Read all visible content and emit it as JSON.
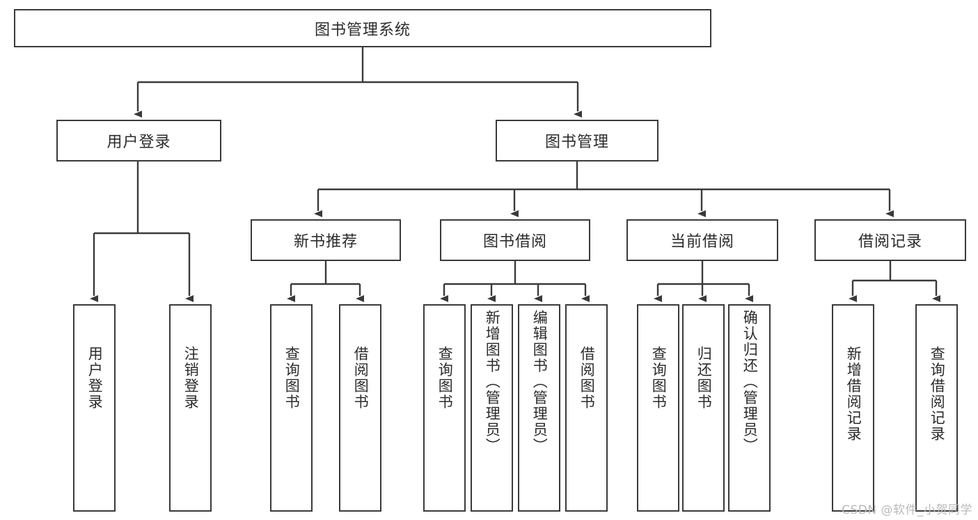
{
  "diagram": {
    "title": "图书管理系统",
    "watermark": "CSDN @软件_小贺同学",
    "colors": {
      "box_border": "#3a3a3a",
      "line": "#3a3a3a",
      "background": "#ffffff",
      "text": "#2b2b2b",
      "watermark": "#b9b9b9"
    },
    "root": {
      "label": "图书管理系统"
    },
    "level2": [
      {
        "label": "用户登录"
      },
      {
        "label": "图书管理"
      }
    ],
    "level3": [
      {
        "label": "新书推荐"
      },
      {
        "label": "图书借阅"
      },
      {
        "label": "当前借阅"
      },
      {
        "label": "借阅记录"
      }
    ],
    "leaves": {
      "user_login": [
        {
          "label": "用户登录"
        },
        {
          "label": "注销登录"
        }
      ],
      "new_book": [
        {
          "label": "查询图书"
        },
        {
          "label": "借阅图书"
        }
      ],
      "book_borrow": [
        {
          "label": "查询图书"
        },
        {
          "label": "新增图书（管理员）"
        },
        {
          "label": "编辑图书（管理员）"
        },
        {
          "label": "借阅图书"
        }
      ],
      "current_borrow": [
        {
          "label": "查询图书"
        },
        {
          "label": "归还图书"
        },
        {
          "label": "确认归还（管理员）"
        }
      ],
      "borrow_record": [
        {
          "label": "新增借阅记录"
        },
        {
          "label": "查询借阅记录"
        }
      ]
    }
  }
}
